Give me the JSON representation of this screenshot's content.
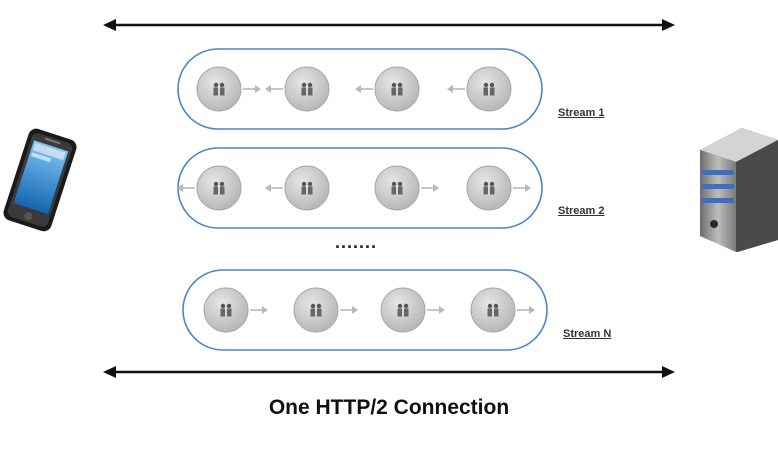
{
  "streams": [
    {
      "label": "Stream 1",
      "frames": 4,
      "directions": [
        "right",
        "left",
        "left",
        "left"
      ]
    },
    {
      "label": "Stream 2",
      "frames": 4,
      "directions": [
        "left",
        "left",
        "right",
        "right"
      ]
    },
    {
      "label": "Stream N",
      "frames": 4,
      "directions": [
        "right",
        "right",
        "right",
        "right"
      ]
    }
  ],
  "ellipsis": ".......",
  "caption": "One HTTP/2 Connection",
  "client_device": "smartphone-icon",
  "server_device": "server-icon",
  "colors": {
    "stream_border": "#4a86c8",
    "frame_fill": "#c9c9c9",
    "frame_arrow": "#b8b8b8",
    "connection_arrow": "#111111",
    "phone_screen": "#2a8fd8",
    "server_body": "#9a9a9a",
    "server_stripe": "#3d6fc0"
  }
}
